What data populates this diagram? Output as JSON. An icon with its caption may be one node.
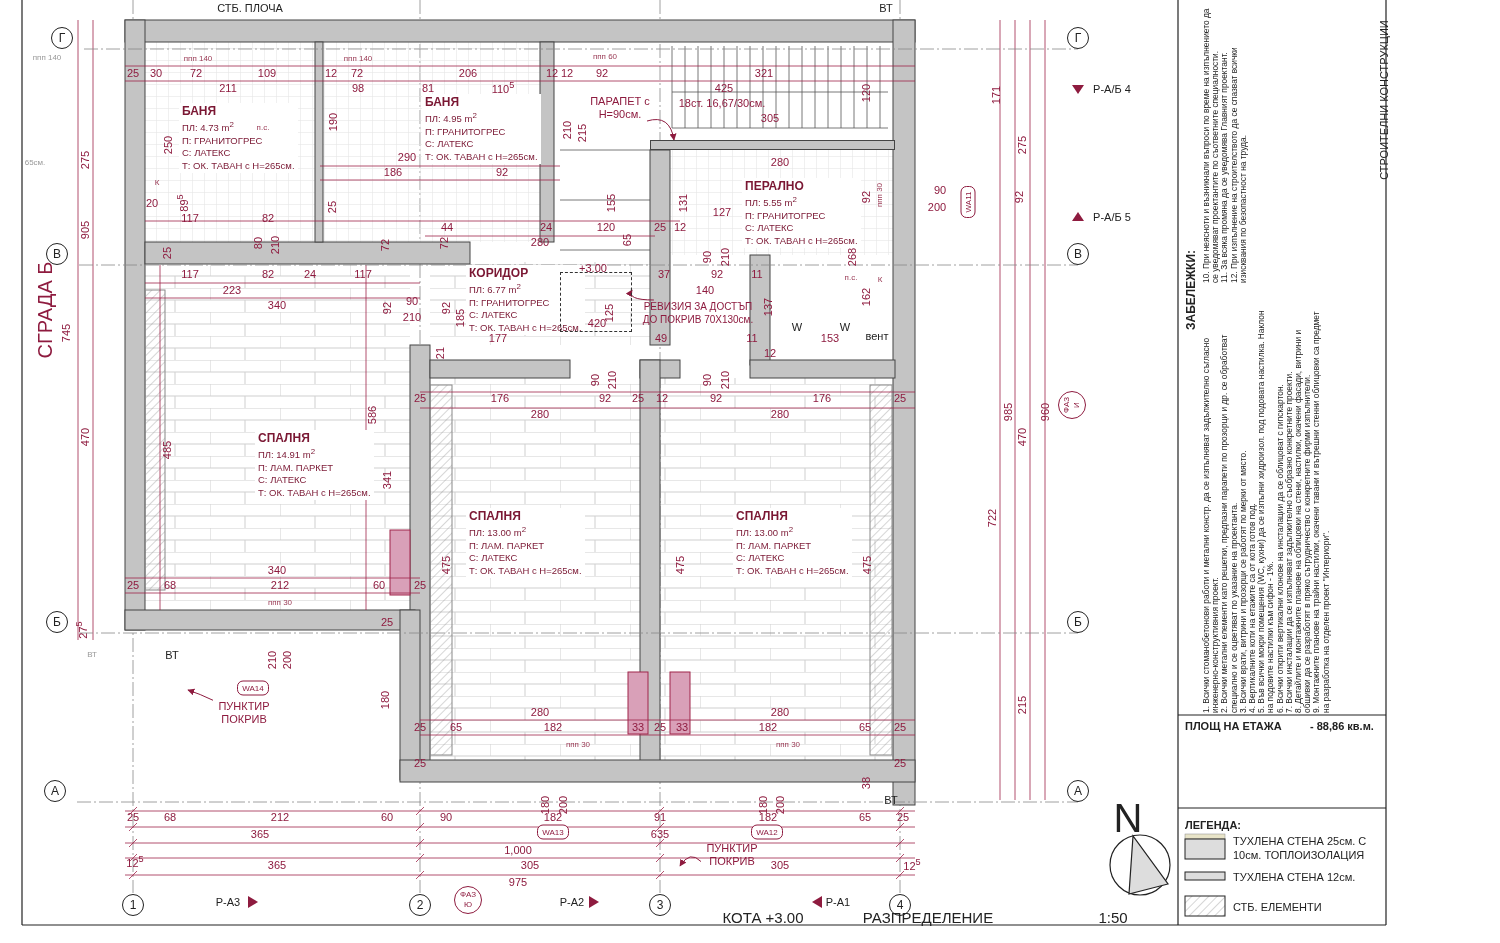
{
  "diagram": {
    "caption": "РАЗПРЕДЕЛЕНИЕ",
    "nodes": [
      {
        "text": [
          "БАНЯ",
          "ПЛ: 4.73 m$^{2}$",
          "П: ГРАНИТОГРЕС",
          "С: ЛАТЕКС",
          "Т: ОК. ТАВАН с H=265см."
        ]
      },
      {
        "text": [
          "БАНЯ",
          "ПЛ: 4.95 m$^{2}$",
          "П: ГРАНИТОГРЕС",
          "С: ЛАТЕКС",
          "Т: ОК. ТАВАН с H=265см."
        ]
      },
      {
        "text": [
          "КОРИДОР",
          "ПЛ: 6.77 m$^{2}$",
          "П: ГРАНИТОГРЕС",
          "С: ЛАТЕКС",
          "Т: ОК. ТАВАН с H=265см."
        ]
      },
      {
        "text": [
          "ПЕРАЛНО",
          "ПЛ: 5.55 m$^{2}$",
          "П: ГРАНИТОГРЕС",
          "С: ЛАТЕКС",
          "Т: ОК. ТАВАН с H=265см."
        ]
      },
      {
        "text": [
          "СПАЛНЯ",
          "ПЛ: 14.91 m$^{2}$",
          "П: ЛАМ. ПАРКЕТ",
          "С: ЛАТЕКС",
          "Т: ОК. ТАВАН с H=265см."
        ]
      },
      {
        "text": [
          "СПАЛНЯ",
          "ПЛ: 13.00 m$^{2}$",
          "П: ЛАМ. ПАРКЕТ",
          "С: ЛАТЕКС",
          "Т: ОК. ТАВАН с H=265см."
        ]
      },
      {
        "text": [
          "СПАЛНЯ",
          "ПЛ: 13.00 m$^{2}$",
          "П: ЛАМ. ПАРКЕТ",
          "С: ЛАТЕКС",
          "Т: ОК. ТАВАН с H=265см."
        ]
      },
      {
        "text": [
          "ПАРАПЕТ с H=90см."
        ]
      },
      {
        "text": [
          "РЕВИЗИЯ ЗА ДОСТЪП ДО ПОКРИВ 70Х130см."
        ]
      },
      {
        "text": [
          "ПУНКТИР ПОКРИВ"
        ]
      },
      {
        "text": [
          "ПУНКТИР ПОКРИВ"
        ]
      },
      {
        "text": [
          "Г"
        ]
      },
      {
        "text": [
          "Г"
        ]
      },
      {
        "text": [
          "В"
        ]
      },
      {
        "text": [
          "В"
        ]
      },
      {
        "text": [
          "Б"
        ]
      },
      {
        "text": [
          "Б"
        ]
      },
      {
        "text": [
          "А"
        ]
      },
      {
        "text": [
          "А"
        ]
      },
      {
        "text": [
          "1"
        ]
      },
      {
        "text": [
          "2"
        ]
      },
      {
        "text": [
          "3"
        ]
      },
      {
        "text": [
          "4"
        ]
      },
      {
        "text": [
          "WA11"
        ]
      },
      {
        "text": [
          "WA14"
        ]
      },
      {
        "text": [
          "WA13"
        ]
      },
      {
        "text": [
          "WA12"
        ]
      },
      {
        "text": [
          "ФАЗ И"
        ]
      },
      {
        "text": [
          "ФАЗ Ю"
        ]
      },
      {
        "text": [],
        "shape": "box"
      },
      {
        "text": [],
        "shape": "bar"
      }
    ],
    "edges": [
      {
        "from": 7,
        "to": 30,
        "arrow": "to"
      },
      {
        "from": 8,
        "to": 29,
        "arrow": "to"
      },
      {
        "from": 9,
        "to": null,
        "arrow": "to"
      },
      {
        "from": 10,
        "to": null,
        "arrow": "to"
      },
      {
        "from": 11,
        "to": 12,
        "arrow": "none",
        "style": "dashed",
        "color": "#888888"
      },
      {
        "from": 13,
        "to": 14,
        "arrow": "none",
        "style": "dashed",
        "color": "#888888"
      },
      {
        "from": 15,
        "to": 16,
        "arrow": "none",
        "style": "dashed",
        "color": "#888888"
      },
      {
        "from": 17,
        "to": 18,
        "arrow": "none",
        "style": "dashed",
        "color": "#888888"
      }
    ],
    "labels": [
      "СТБ. ПЛОЧА",
      "ВТ",
      "ппп 140",
      "ппп 140",
      "ппп 140",
      "ппп 60",
      "25",
      "30",
      "72",
      "109",
      "12",
      "72",
      "206",
      "12",
      "12",
      "92",
      "321",
      "211",
      "98",
      "81",
      "110$^{5}$",
      "425",
      "Р-А/Б 4",
      "18ст. 16,67/30см.",
      "305",
      "п.с.",
      "275",
      "250",
      "190",
      "210",
      "215",
      "120",
      "171",
      "275",
      "290",
      "280",
      "186",
      "92",
      "65см.",
      "К",
      "20",
      "89$^{5}$",
      "155",
      "131",
      "92",
      "ппп 30",
      "92",
      "90",
      "200",
      "117",
      "82",
      "25",
      "44",
      "24",
      "120",
      "25",
      "12",
      "127",
      "Р-А/Б 5",
      "905",
      "80",
      "210",
      "72",
      "72",
      "280",
      "65",
      "25",
      "90",
      "210",
      "268",
      "+3.00",
      "117",
      "82",
      "24",
      "117",
      "37",
      "92",
      "11",
      "п.с.",
      "К",
      "223",
      "140",
      "162",
      "340",
      "92",
      "90",
      "210",
      "92",
      "185",
      "420",
      "125",
      "137",
      "W",
      "W",
      "СГРАДА Б",
      "745",
      "177",
      "49",
      "11",
      "153",
      "вент",
      "21",
      "12",
      "90",
      "210",
      "90",
      "210",
      "25",
      "176",
      "92",
      "25",
      "12",
      "92",
      "176",
      "25",
      "280",
      "280",
      "586",
      "985",
      "960",
      "470",
      "470",
      "485",
      "341",
      "722",
      "475",
      "475",
      "475",
      "340",
      "25",
      "68",
      "212",
      "60",
      "25",
      "ппп 30",
      "25",
      "27$^{5}$",
      "ВТ",
      "ВТ",
      "210",
      "200",
      "180",
      "215",
      "280",
      "280",
      "25",
      "65",
      "182",
      "33",
      "25",
      "33",
      "182",
      "65",
      "25",
      "ПЛОЩ НА ЕТАЖА",
      "- 88,86 кв.м.",
      "ппп 30",
      "ппп 30",
      "25",
      "25",
      "38",
      "ВТ",
      "180",
      "200",
      "180",
      "200",
      "25",
      "68",
      "212",
      "60",
      "90",
      "182",
      "91",
      "182",
      "65",
      "25",
      "N",
      "ЛЕГЕНДА:",
      "365",
      "635",
      "1,000",
      "12$^{5}$",
      "365",
      "305",
      "305",
      "12$^{5}$",
      "975",
      "Р-А3",
      "Р-А2",
      "Р-А1",
      "КОТА +3.00",
      "1:50",
      "СТРОИТЕЛНИ КОНСТРУКЦИИ",
      "ЗАБЕЛЕЖКИ:",
      "1. Всички стоманобетонови работи и метални констр. да се изпълняват задължително съгласно инженерно-конструктивния проект.",
      "2. Всички метални елементи като решетки, предпазни парапети по прозорци и др. се обработват специално и се оцветяват по указание на проектанта.",
      "3. Всички врати, витрини и прозорци се работят по мерки от място.",
      "4. Вертикалните коти на етажите са от кота готов под.",
      "5. Във всички мокри помещения (WC, кухни) да се изпълни хидроизол. под подовата настилка. Наклон на подовите настилки към сифон - 1%.",
      "6. Всички открити вертикални клонове на инсталации да се облицоват с гипскартон.",
      "7. Всички инсталации да се изпълняват задължително съобразно конкретните проекти.",
      "8. Детайлите и монтажните планове на облицовки на стени, настилки, окачени фасади, витрини и обшивки да се разработят в пряко сътрудничество с конкретните фирми изпълнители.",
      "9. Монтажните планове на трайни настилки, окачени тавани и вътрешни стенни облицовки са предмет на разработка на отделен проект \"Интериори\".",
      "10. При неясноти и възникнали въпроси по време на изпълнението да се уведомяват проектантите по съответните специалности.",
      "11. За всяка промяна да се уведомява Главният проектант.",
      "12. При изпълнение на строителството да се спазват всички изисквания по безопастност на труда."
    ],
    "legend": [
      {
        "text": "ТУХЛЕНА СТЕНА 25см. С 10см. ТОПЛОИЗОЛАЦИЯ"
      },
      {
        "text": "ТУХЛЕНА СТЕНА 12см."
      },
      {
        "text": "СТБ. ЕЛЕМЕНТИ"
      }
    ]
  }
}
